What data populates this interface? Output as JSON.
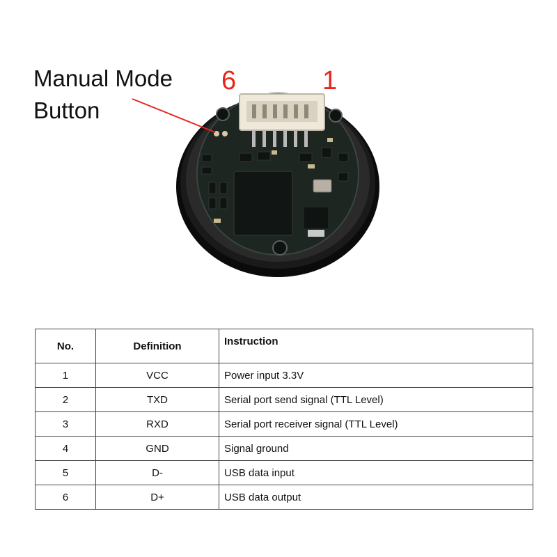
{
  "callout": {
    "line1": "Manual Mode",
    "line2": "Button"
  },
  "pins": {
    "left": "6",
    "right": "1"
  },
  "colors": {
    "pin_label": "#e8251d",
    "pcb": "#1c2420",
    "ring": "#0d0d0d",
    "connector": "#ece6d6"
  },
  "table": {
    "headers": [
      "No.",
      "Definition",
      "Instruction"
    ],
    "rows": [
      [
        "1",
        "VCC",
        "Power input 3.3V"
      ],
      [
        "2",
        "TXD",
        "Serial port send signal (TTL Level)"
      ],
      [
        "3",
        "RXD",
        "Serial port receiver signal (TTL Level)"
      ],
      [
        "4",
        "GND",
        "Signal ground"
      ],
      [
        "5",
        "D-",
        "USB data input"
      ],
      [
        "6",
        "D+",
        "USB data output"
      ]
    ]
  }
}
